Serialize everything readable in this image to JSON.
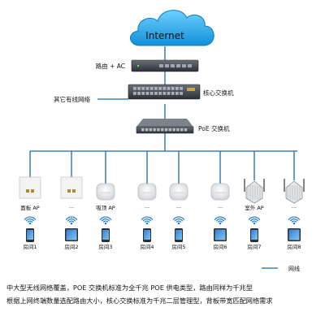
{
  "cloud": {
    "label": "Internet"
  },
  "devices": {
    "router": "路由 + AC",
    "core_switch": "核心交换机",
    "other_wired": "其它有线网络",
    "poe_switch": "PoE 交换机"
  },
  "aps": [
    {
      "label": "面板 AP",
      "kind": "panel"
    },
    {
      "label": "···",
      "kind": "panel"
    },
    {
      "label": "吸顶 AP",
      "kind": "ceiling"
    },
    {
      "label": "···",
      "kind": "ceiling"
    },
    {
      "label": "···",
      "kind": "ceiling"
    },
    {
      "label": "···",
      "kind": "ceiling"
    },
    {
      "label": "室外 AP",
      "kind": "outdoor"
    },
    {
      "label": "···",
      "kind": "outdoor"
    }
  ],
  "rooms": [
    {
      "label": "房间1",
      "device": "phone"
    },
    {
      "label": "房间2",
      "device": "tablet"
    },
    {
      "label": "房间3",
      "device": "phone"
    },
    {
      "label": "房间4",
      "device": "phone"
    },
    {
      "label": "房间5",
      "device": "phone"
    },
    {
      "label": "房间6",
      "device": "tablet"
    },
    {
      "label": "房间7",
      "device": "phone"
    },
    {
      "label": "房间8",
      "device": "tablet"
    }
  ],
  "legend": {
    "label": "网线"
  },
  "caption": {
    "line1": "中大型无线网络覆盖，POE 交换机标准为全千兆 POE 供电类型，路由同样为千兆型",
    "line2": "根据上网终端数量选配路由大小，核心交换标准为千兆二层管理型，背板带宽匹配网络需求"
  },
  "icons": [
    "cloud-icon",
    "router-icon",
    "switch-icon",
    "wifi-icon",
    "phone-icon",
    "tablet-icon"
  ],
  "colors": {
    "cloud": "#1ba3e3",
    "cable": "#1b6aa6",
    "wifi": "#2b7fd0",
    "device_dark": "#2a2f36"
  }
}
